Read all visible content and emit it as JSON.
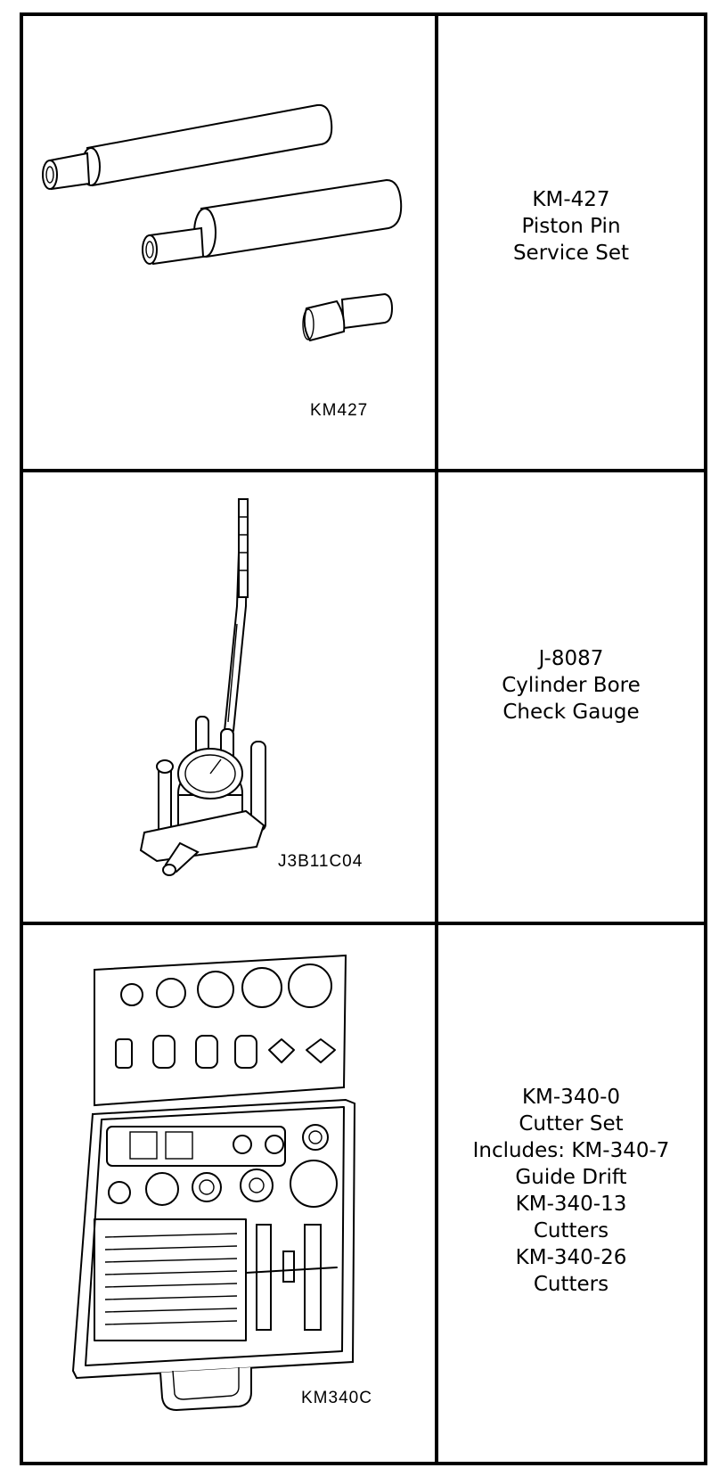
{
  "rows": [
    {
      "figure_code": "KM427",
      "lines": [
        "KM-427",
        "Piston Pin",
        "Service Set"
      ],
      "icon": "piston-pin-service-set-illustration"
    },
    {
      "figure_code": "J3B11C04",
      "lines": [
        "J-8087",
        "Cylinder Bore",
        "Check Gauge"
      ],
      "icon": "cylinder-bore-gauge-illustration"
    },
    {
      "figure_code": "KM340C",
      "lines": [
        "KM-340-0",
        "Cutter Set",
        "Includes: KM-340-7",
        "Guide Drift",
        "KM-340-13",
        "Cutters",
        "KM-340-26",
        "Cutters"
      ],
      "icon": "cutter-set-case-illustration"
    }
  ]
}
